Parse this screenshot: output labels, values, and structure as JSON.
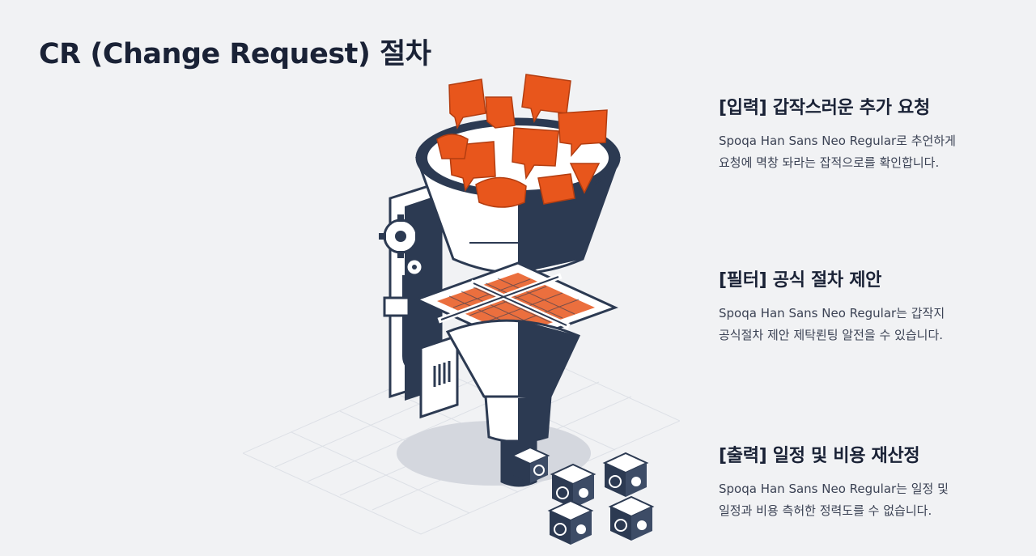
{
  "title": "CR (Change Request) 절차",
  "steps": [
    {
      "heading": "[입력] 갑작스러운 추가 요청",
      "line1": "Spoqa Han Sans Neo Regular로 추언하게",
      "line2": "요청에 멱창 돠라는 잡적으로를 확인합니다."
    },
    {
      "heading": "[필터] 공식 절차 제안",
      "line1": "Spoqa Han Sans Neo Regular는 갑작지",
      "line2": "공식절차 제안 제탁뢴팅 알전을 수 있습니다."
    },
    {
      "heading": "[출력] 일정 및 비용 재산정",
      "line1": "Spoqa Han Sans Neo Regular는 일정 및",
      "line2": "일정과 비용 측허한 정력도를 수 없습니다."
    }
  ],
  "colors": {
    "navy": "#2c3a52",
    "orange": "#e8561c",
    "background": "#f1f2f4"
  },
  "icons": [
    "speech-bubble-icon",
    "gear-icon",
    "funnel-icon",
    "filter-grid-icon",
    "clock-icon",
    "coin-stack-icon"
  ]
}
